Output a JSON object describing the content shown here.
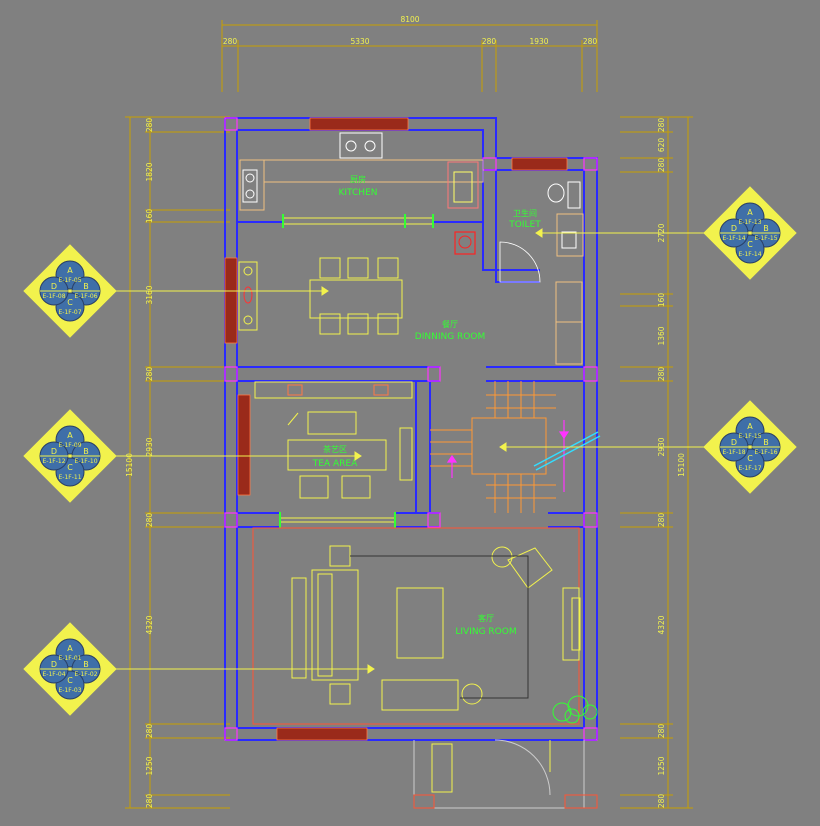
{
  "rooms": {
    "kitchen": {
      "cn": "厨房",
      "en": "KITCHEN"
    },
    "toilet": {
      "cn": "卫生间",
      "en": "TOILET"
    },
    "dining": {
      "cn": "餐厅",
      "en": "DINNING ROOM"
    },
    "tea": {
      "cn": "茶艺区",
      "en": "TEA AREA"
    },
    "living": {
      "cn": "客厅",
      "en": "LIVING ROOM"
    }
  },
  "dimensions": {
    "top_total": "8100",
    "top": [
      "280",
      "5330",
      "280",
      "1930",
      "280"
    ],
    "left": [
      "280",
      "1820",
      "160",
      "3160",
      "280",
      "2930",
      "280",
      "4320",
      "280",
      "1250",
      "280"
    ],
    "left_total": "15100",
    "right": [
      "280",
      "620",
      "280",
      "2720",
      "160",
      "1360",
      "280",
      "2930",
      "280",
      "4320",
      "280",
      "1250",
      "280"
    ],
    "right_total": "15100"
  },
  "elevation_tags": [
    {
      "side": "left",
      "A": "E-1F-05",
      "B": "E-1F-06",
      "C": "E-1F-07",
      "D": "E-1F-08"
    },
    {
      "side": "left",
      "A": "E-1F-09",
      "B": "E-1F-10",
      "C": "E-1F-11",
      "D": "E-1F-12"
    },
    {
      "side": "left",
      "A": "E-1F-01",
      "B": "E-1F-02",
      "C": "E-1F-03",
      "D": "E-1F-04"
    },
    {
      "side": "right",
      "A": "E-1F-13",
      "B": "E-1F-15",
      "C": "E-1F-14",
      "D": "E-1F-14"
    },
    {
      "side": "right",
      "A": "E-1F-15",
      "B": "E-1F-16",
      "C": "E-1F-17",
      "D": "E-1F-18"
    }
  ],
  "colors": {
    "background": "#808080",
    "wall": "#2a2aff",
    "furniture": "#f2f24d",
    "room_label": "#33ff33",
    "dimension": "#f2f24d",
    "tag_fill": "#3f6fa8",
    "stair": "#ff9933",
    "accent": "#ff33ff"
  }
}
